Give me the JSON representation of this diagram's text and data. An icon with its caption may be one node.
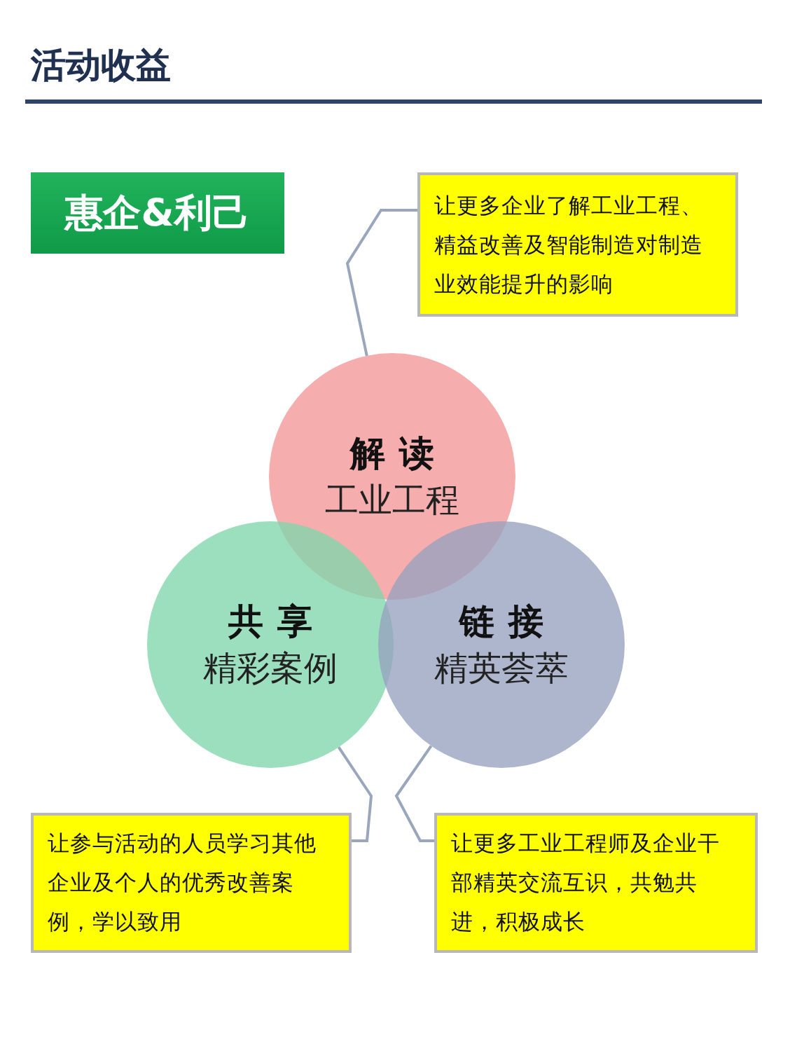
{
  "diagram": {
    "title": "活动收益",
    "nodes": [
      {
        "text": [
          "惠企&利己"
        ]
      },
      {
        "text": [
          "让更多企业了解工业工程、精益改善及智能制造对制造业效能提升的影响"
        ]
      },
      {
        "text": [
          "解读",
          "工业工程"
        ]
      },
      {
        "text": [
          "共享",
          "精彩案例"
        ]
      },
      {
        "text": [
          "链接",
          "精英荟萃"
        ]
      },
      {
        "text": [
          "让参与活动的人员学习其他企业及个人的优秀改善案例，学以致用"
        ]
      },
      {
        "text": [
          "让更多工业工程师及企业干部精英交流互识，共勉共进，积极成长"
        ]
      }
    ],
    "edges": [
      {
        "from": 2,
        "to": 1,
        "arrow": "none"
      },
      {
        "from": 3,
        "to": 5,
        "arrow": "none"
      },
      {
        "from": 4,
        "to": 6,
        "arrow": "none"
      }
    ]
  }
}
